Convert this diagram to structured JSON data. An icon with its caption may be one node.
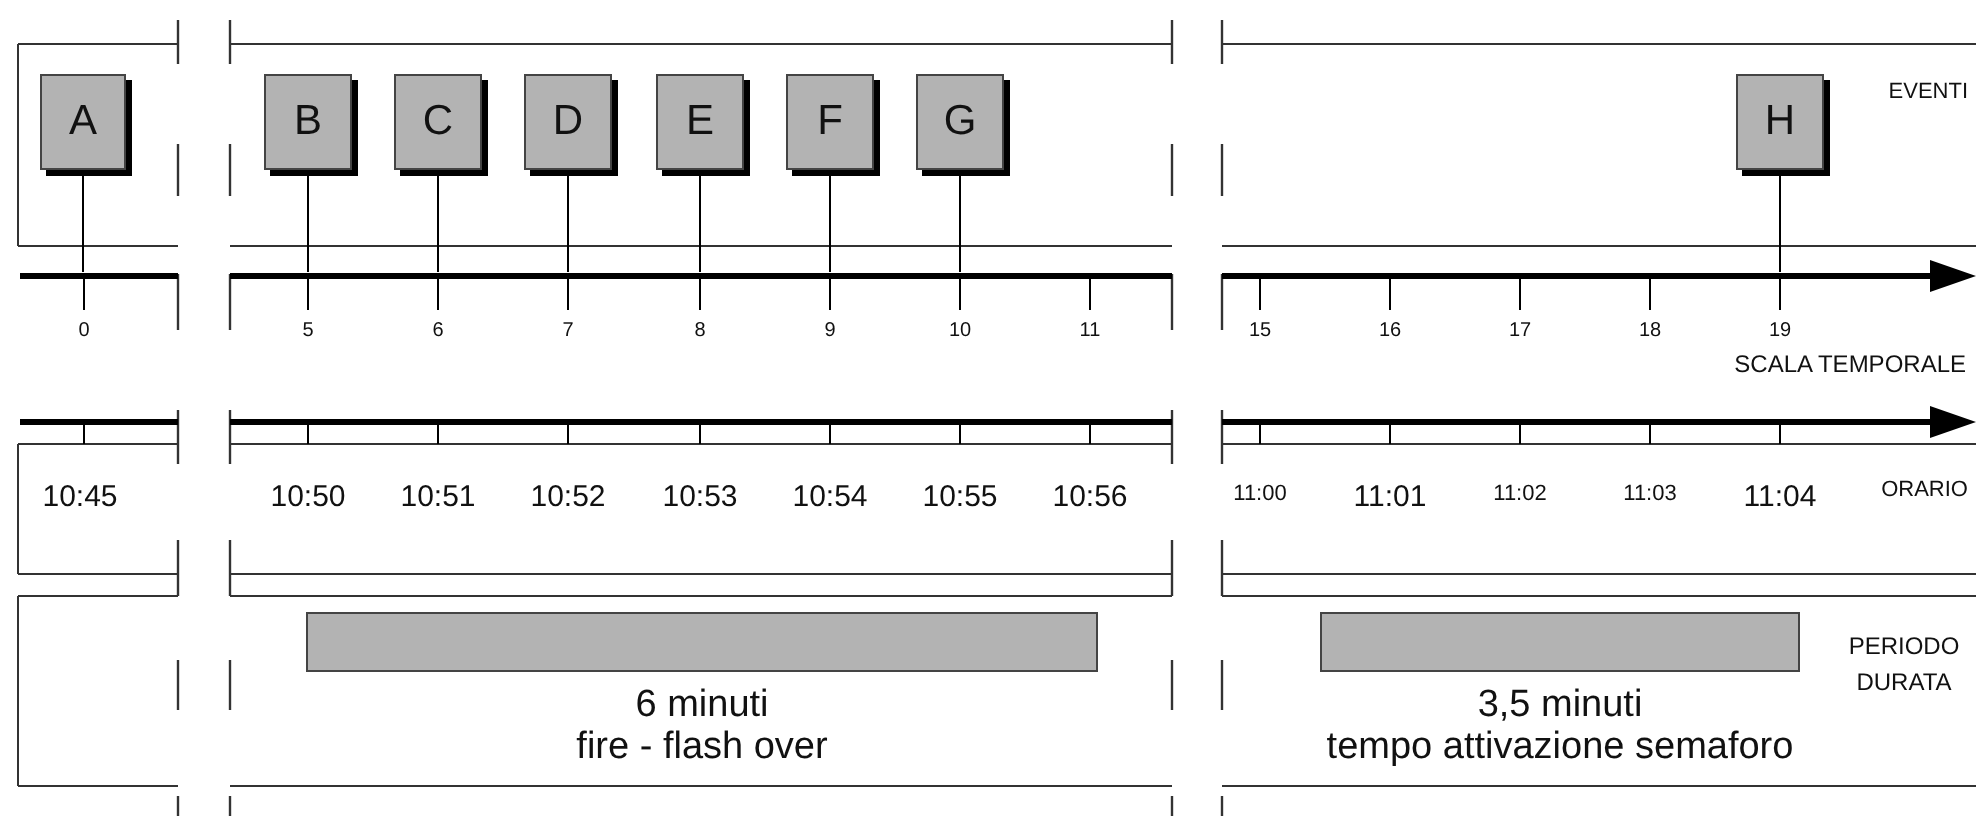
{
  "diagram": {
    "nodes": [
      {
        "text": [
          "A"
        ]
      },
      {
        "text": [
          "B"
        ]
      },
      {
        "text": [
          "C"
        ]
      },
      {
        "text": [
          "D"
        ]
      },
      {
        "text": [
          "E"
        ]
      },
      {
        "text": [
          "F"
        ]
      },
      {
        "text": [
          "G"
        ]
      },
      {
        "text": [
          "H"
        ]
      },
      {
        "text": [],
        "shape": "line"
      },
      {
        "text": [],
        "shape": "bar",
        "beside": [
          "6 minuti",
          "fire - flash over"
        ]
      },
      {
        "text": [],
        "shape": "bar",
        "beside": [
          "3,5 minuti",
          "tempo attivazione semaforo"
        ]
      }
    ],
    "edges": [
      {
        "from": 0,
        "to": 8,
        "arrow": "none"
      },
      {
        "from": 1,
        "to": 8,
        "arrow": "none"
      },
      {
        "from": 2,
        "to": 8,
        "arrow": "none"
      },
      {
        "from": 3,
        "to": 8,
        "arrow": "none"
      },
      {
        "from": 4,
        "to": 8,
        "arrow": "none"
      },
      {
        "from": 5,
        "to": 8,
        "arrow": "none"
      },
      {
        "from": 6,
        "to": 8,
        "arrow": "none"
      },
      {
        "from": 7,
        "to": 8,
        "arrow": "none"
      }
    ],
    "labels": [
      "EVENTI",
      "0",
      "5",
      "6",
      "7",
      "8",
      "9",
      "10",
      "11",
      "15",
      "16",
      "17",
      "18",
      "19",
      "SCALA TEMPORALE",
      "10:45",
      "10:50",
      "10:51",
      "10:52",
      "10:53",
      "10:54",
      "10:55",
      "10:56",
      "11:00",
      "11:01",
      "11:02",
      "11:03",
      "11:04",
      "ORARIO",
      "PERIODO DURATA"
    ]
  }
}
